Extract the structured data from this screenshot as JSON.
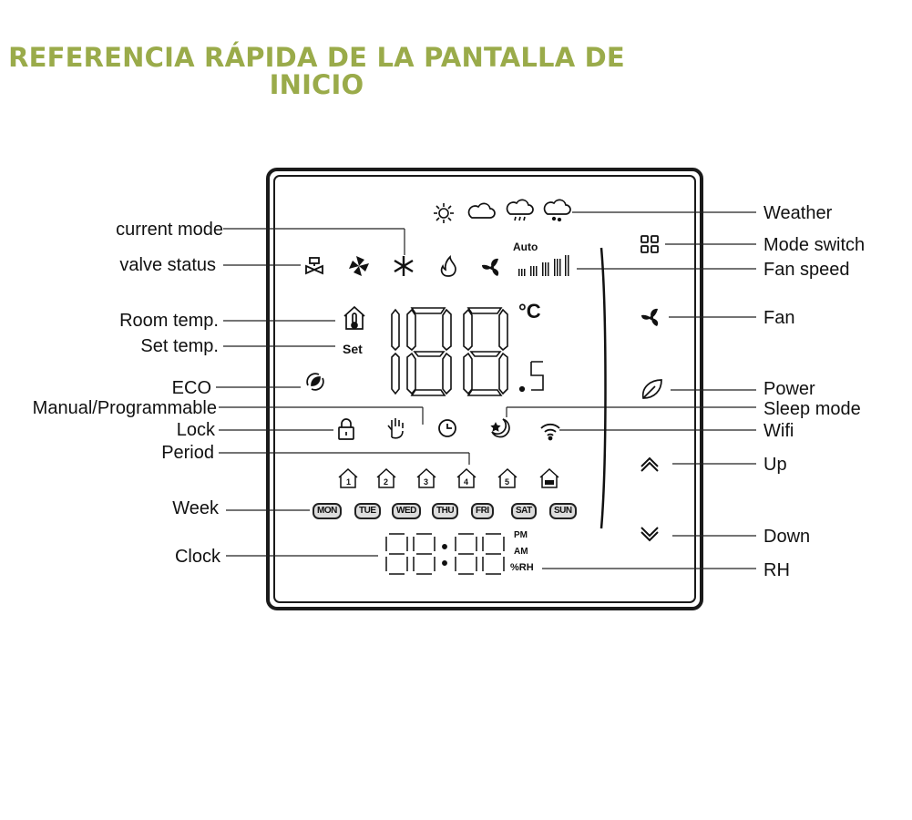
{
  "title": {
    "line1": "REFERENCIA RÁPIDA DE LA PANTALLA DE",
    "line2": "INICIO"
  },
  "labels_left": {
    "current_mode": "current mode",
    "valve_status": "valve status",
    "room_temp": "Room temp.",
    "set_temp": "Set temp.",
    "eco": "ECO",
    "manual_programmable": "Manual/Programmable",
    "lock": "Lock",
    "period": "Period",
    "week": "Week",
    "clock": "Clock"
  },
  "labels_right": {
    "weather": "Weather",
    "mode_switch": "Mode switch",
    "fan_speed": "Fan speed",
    "fan": "Fan",
    "power": "Power",
    "sleep_mode": "Sleep mode",
    "wifi": "Wifi",
    "up": "Up",
    "down": "Down",
    "rh": "RH"
  },
  "display": {
    "auto": "Auto",
    "unit": "°C",
    "set": "Set",
    "pm": "PM",
    "am": "AM",
    "rh": "%RH",
    "days": [
      "MON",
      "TUE",
      "WED",
      "THU",
      "FRI",
      "SAT",
      "SUN"
    ]
  },
  "icons": [
    "sun-icon",
    "cloud-icon",
    "rain-cloud-icon",
    "snow-cloud-icon",
    "valve-icon",
    "fan-icon",
    "snowflake-icon",
    "flame-icon",
    "fan-blade-icon",
    "house-thermometer-icon",
    "eco-icon",
    "lock-icon",
    "hand-icon",
    "clock-icon",
    "moon-icon",
    "wifi-icon",
    "mode-grid-icon",
    "leaf-icon",
    "chevron-up-icon",
    "chevron-down-icon"
  ]
}
